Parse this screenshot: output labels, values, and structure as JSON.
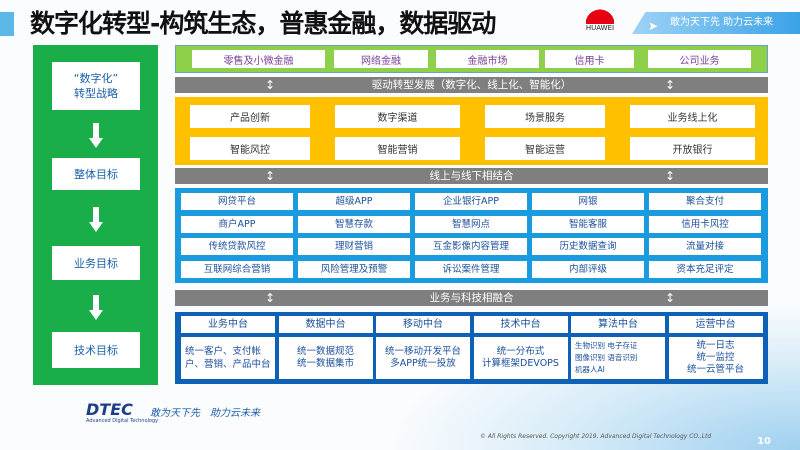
{
  "title": "数字化转型-构筑生态，普惠金融，数据驱动",
  "header": {
    "logo_text": "HUAWEI",
    "slogan": "敢为天下先 助力云未来"
  },
  "left_panel": [
    "“数字化”\n转型战略",
    "整体目标",
    "业务目标",
    "技术目标"
  ],
  "business_lines": [
    "零售及小微金融",
    "网络金融",
    "金融市场",
    "信用卡",
    "公司业务"
  ],
  "bar1": "驱动转型发展（数字化、线上化、智能化）",
  "transform_items": [
    "产品创新",
    "数字渠道",
    "场景服务",
    "业务线上化",
    "智能风控",
    "智能营销",
    "智能运营",
    "开放银行"
  ],
  "bar2": "线上与线下相结合",
  "channels": [
    [
      "网贷平台",
      "超级APP",
      "企业银行APP",
      "网银",
      "聚合支付"
    ],
    [
      "商户APP",
      "智慧存款",
      "智慧网点",
      "智能客服",
      "信用卡风控"
    ],
    [
      "传统贷款风控",
      "理财营销",
      "互金影像内容管理",
      "历史数据查询",
      "流量对接"
    ],
    [
      "互联网综合营销",
      "风险管理及预警",
      "诉讼案件管理",
      "内部评级",
      "资本充足评定"
    ]
  ],
  "bar3": "业务与科技相融合",
  "platforms": [
    {
      "name": "业务中台",
      "desc": "统一客户、支付帐户、营销、产品中台"
    },
    {
      "name": "数据中台",
      "desc": "统一数据规范\n统一数据集市"
    },
    {
      "name": "移动中台",
      "desc": "统一移动开发平台\n多APP统一投放"
    },
    {
      "name": "技术中台",
      "desc": "统一分布式\n计算框架DEVOPS"
    },
    {
      "name": "算法中台",
      "desc": "生物识别  电子存证\n图像识别  语音识别\n机器人AI"
    },
    {
      "name": "运营中台",
      "desc": "统一日志\n统一监控\n统一云管平台"
    }
  ],
  "footer": {
    "logo": "DTEC",
    "logo_sub": "Advanced Digital Technology",
    "slogan": "敢为天下先　助力云未来",
    "copyright": "© All Rights Reserved. Copyright 2019, Advanced Digital Technology CO.,Ltd",
    "page": "10"
  },
  "colors": {
    "green": "#1aae4b",
    "yellow": "#ffc000",
    "blue": "#1a9be0",
    "dark_blue": "#0d62b8",
    "gray": "#7f7f7f"
  }
}
